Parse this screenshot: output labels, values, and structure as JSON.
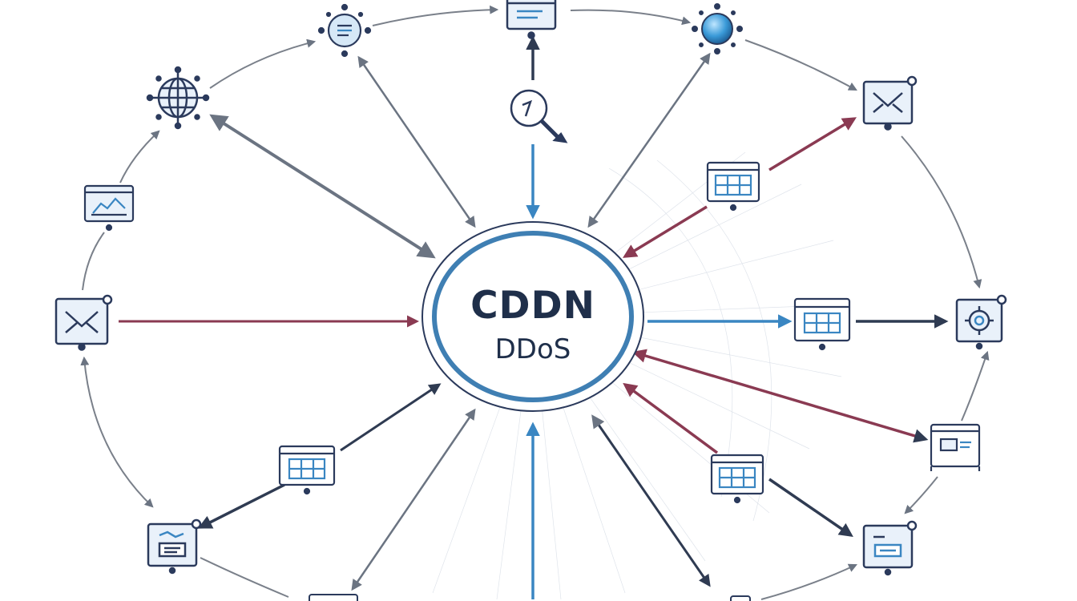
{
  "hub": {
    "title": "CDDN",
    "subtitle": "DDoS"
  },
  "colors": {
    "background": "#ffffff",
    "hub_ring": "#3f7fb3",
    "hub_text": "#1f2f4a",
    "node_navy": "#2b3a5c",
    "node_fill": "#e9f1fa",
    "accent_blue": "#3a86c2",
    "attack_red": "#8a3a52",
    "arrow_gray": "#6b7482",
    "arrow_dark": "#2f3b52",
    "ring_gray": "#7a808a"
  },
  "nodes": [
    {
      "id": "globe-node",
      "icon": "globe-icon"
    },
    {
      "id": "top-left-server-node",
      "icon": "server-icon"
    },
    {
      "id": "top-document-node",
      "icon": "document-icon"
    },
    {
      "id": "top-right-database-node",
      "icon": "database-icon"
    },
    {
      "id": "right-email-node",
      "icon": "email-icon"
    },
    {
      "id": "chart-node",
      "icon": "chart-icon"
    },
    {
      "id": "left-email-node",
      "icon": "email-icon"
    },
    {
      "id": "search-node",
      "icon": "search-icon"
    },
    {
      "id": "upper-right-table-node",
      "icon": "table-icon"
    },
    {
      "id": "mid-right-table-node",
      "icon": "table-icon"
    },
    {
      "id": "gear-node",
      "icon": "gear-icon"
    },
    {
      "id": "lower-right-window-node",
      "icon": "window-icon"
    },
    {
      "id": "lower-right-table-node",
      "icon": "table-icon"
    },
    {
      "id": "bottom-right-device-node",
      "icon": "device-icon"
    },
    {
      "id": "lower-left-table-node",
      "icon": "table-icon"
    },
    {
      "id": "bottom-left-device-node",
      "icon": "device-icon"
    }
  ]
}
